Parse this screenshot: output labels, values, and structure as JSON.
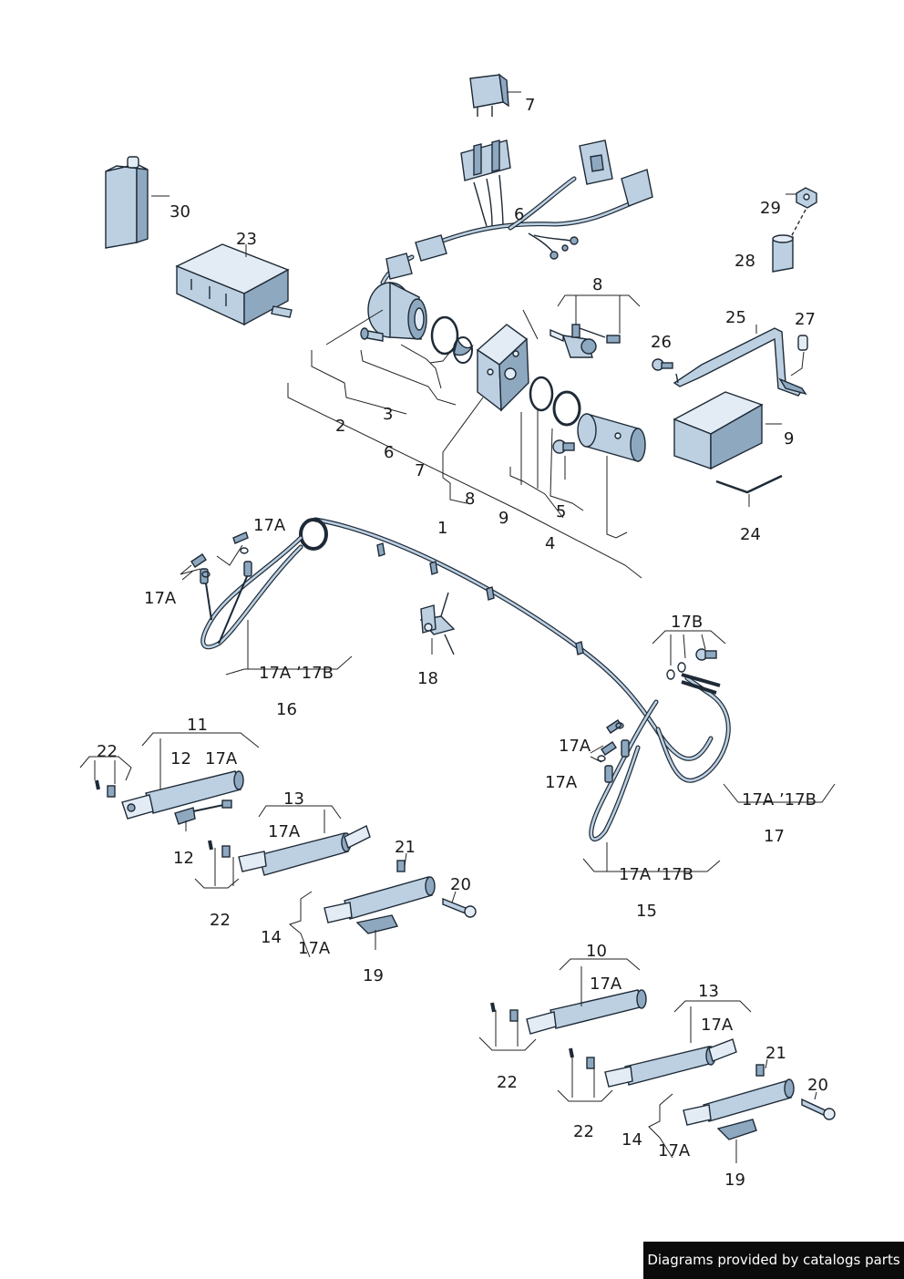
{
  "labels": {
    "l1": "1",
    "l2": "2",
    "l3": "3",
    "l4": "4",
    "l5": "5",
    "l6a": "6",
    "l6b": "6",
    "l7a": "7",
    "l7b": "7",
    "l8a": "8",
    "l8b": "8",
    "l9a": "9",
    "l9b": "9",
    "l10": "10",
    "l11": "11",
    "l12a": "12",
    "l12b": "12",
    "l13a": "13",
    "l13b": "13",
    "l14a": "14",
    "l14b": "14",
    "l15": "15",
    "l16": "16",
    "l17": "17",
    "l17Aa": "17A",
    "l17Ab": "17A",
    "l17Ac": "17A",
    "l17Ad": "17A",
    "l17Ae": "17A",
    "l17Af": "17A",
    "l17Ag": "17A",
    "l17Ah": "17A",
    "l17Ai": "17A",
    "l17Aj": "17A",
    "l17AB1": "17A ’17B",
    "l17AB2": "17A ’17B",
    "l17AB3": "17A ’17B",
    "l17B": "17B",
    "l18": "18",
    "l19a": "19",
    "l19b": "19",
    "l20a": "20",
    "l20b": "20",
    "l21a": "21",
    "l21b": "21",
    "l22a": "22",
    "l22b": "22",
    "l22c": "22",
    "l22d": "22",
    "l23": "23",
    "l24": "24",
    "l25": "25",
    "l26": "26",
    "l27": "27",
    "l28": "28",
    "l29": "29",
    "l30": "30"
  },
  "footer": {
    "text": "Diagrams provided by catalogs parts"
  }
}
